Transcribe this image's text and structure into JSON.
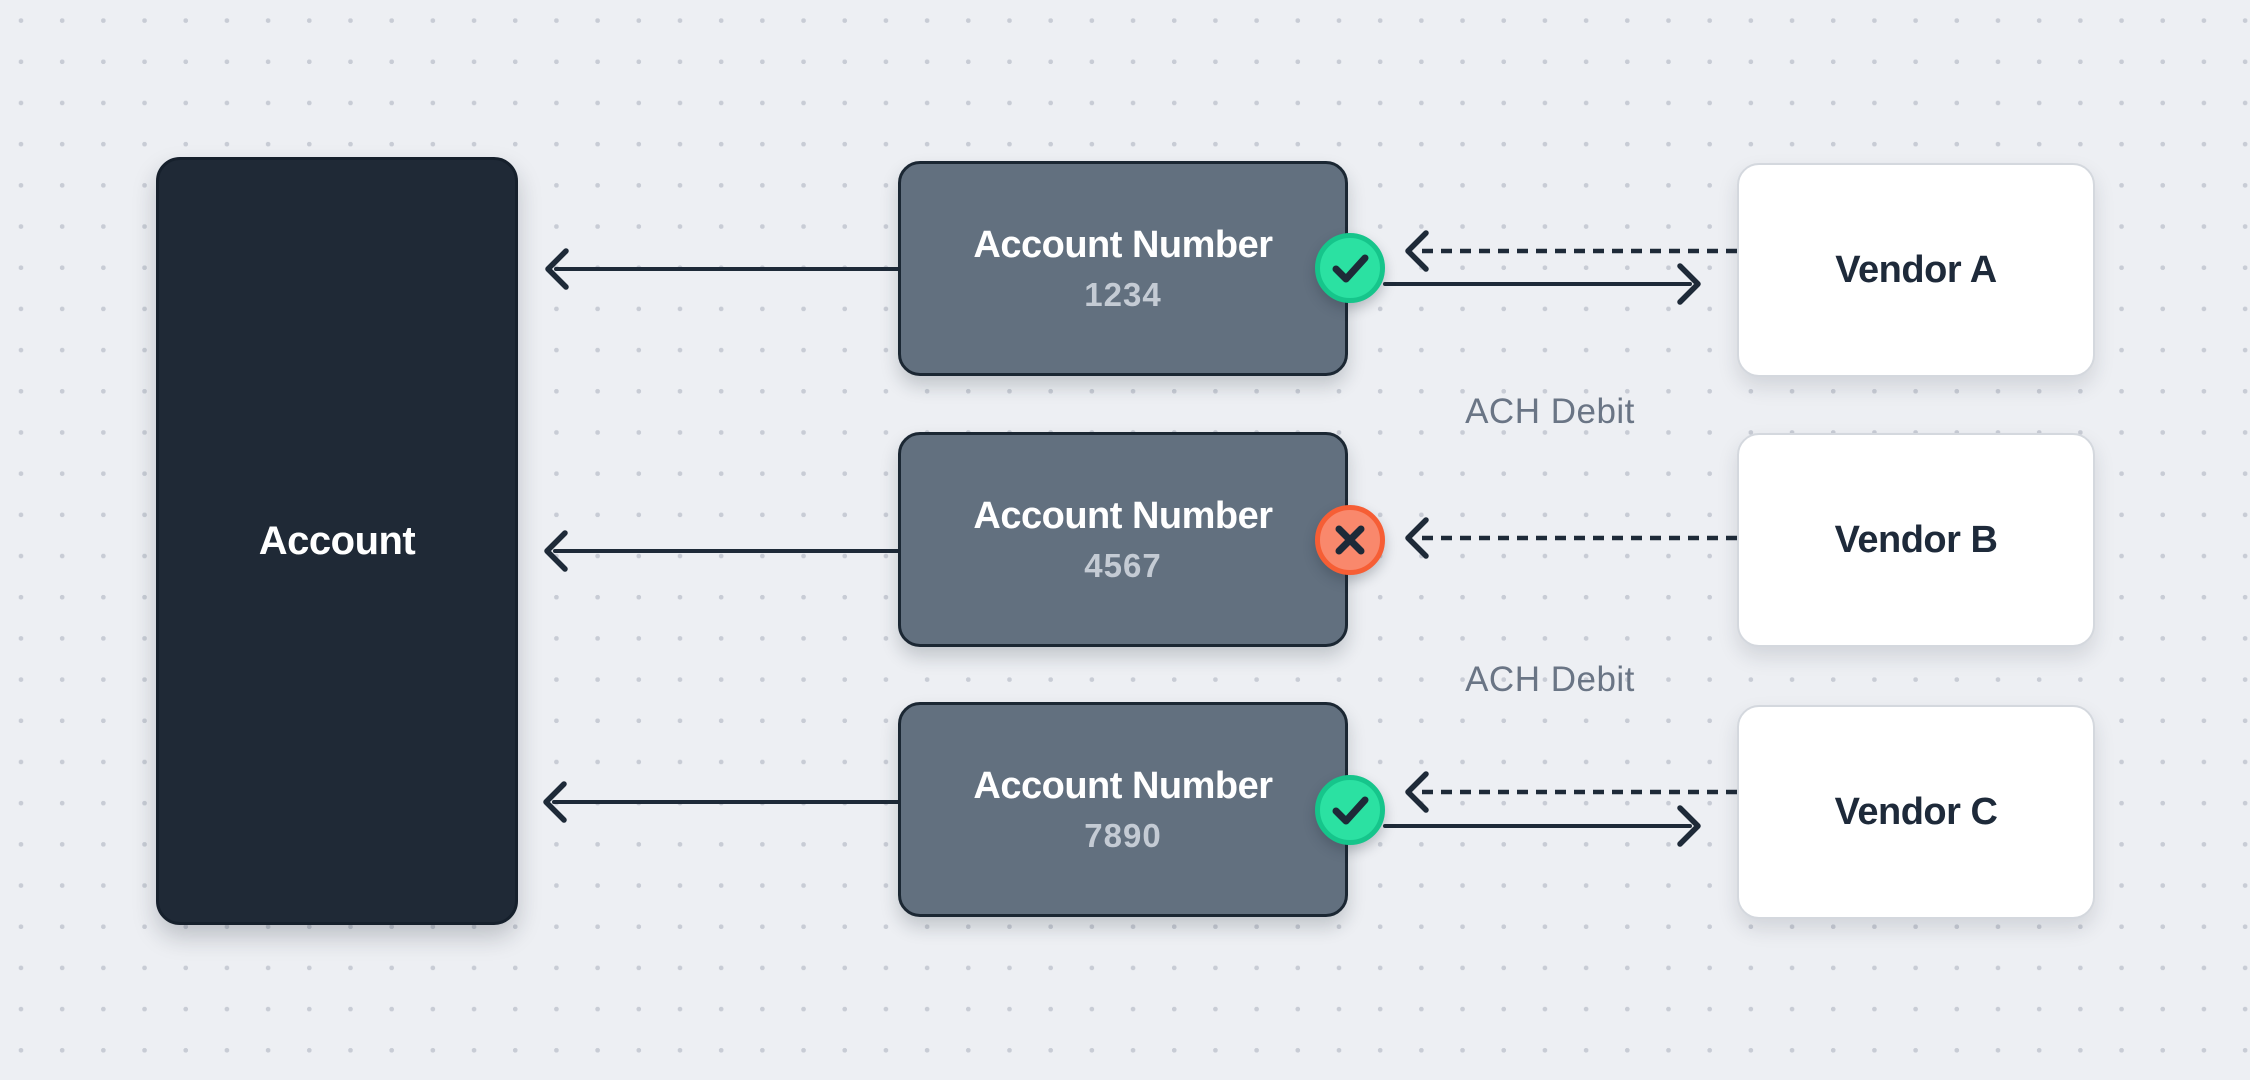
{
  "diagram": {
    "account": {
      "label": "Account"
    },
    "account_numbers": [
      {
        "title": "Account Number",
        "number": "1234",
        "status": "verified",
        "icon": "check-icon"
      },
      {
        "title": "Account Number",
        "number": "4567",
        "status": "failed",
        "icon": "x-icon"
      },
      {
        "title": "Account Number",
        "number": "7890",
        "status": "verified",
        "icon": "check-icon"
      }
    ],
    "vendors": [
      {
        "label": "Vendor A"
      },
      {
        "label": "Vendor B"
      },
      {
        "label": "Vendor C"
      }
    ],
    "edge_labels": [
      {
        "text": "ACH Debit"
      },
      {
        "text": "ACH Debit"
      }
    ]
  },
  "colors": {
    "background": "#edeff3",
    "grid_dot": "#c8ccd5",
    "ink": "#1e2a38",
    "account_fill": "#1f2936",
    "node_fill": "#62707f",
    "node_number_text": "#c4cbd4",
    "vendor_fill": "#ffffff",
    "vendor_border": "#d4d8de",
    "success_fill": "#2be1a2",
    "success_ring": "#16c58b",
    "error_fill": "#f9886c",
    "error_ring": "#f65e35",
    "label_text": "#6a7585"
  }
}
